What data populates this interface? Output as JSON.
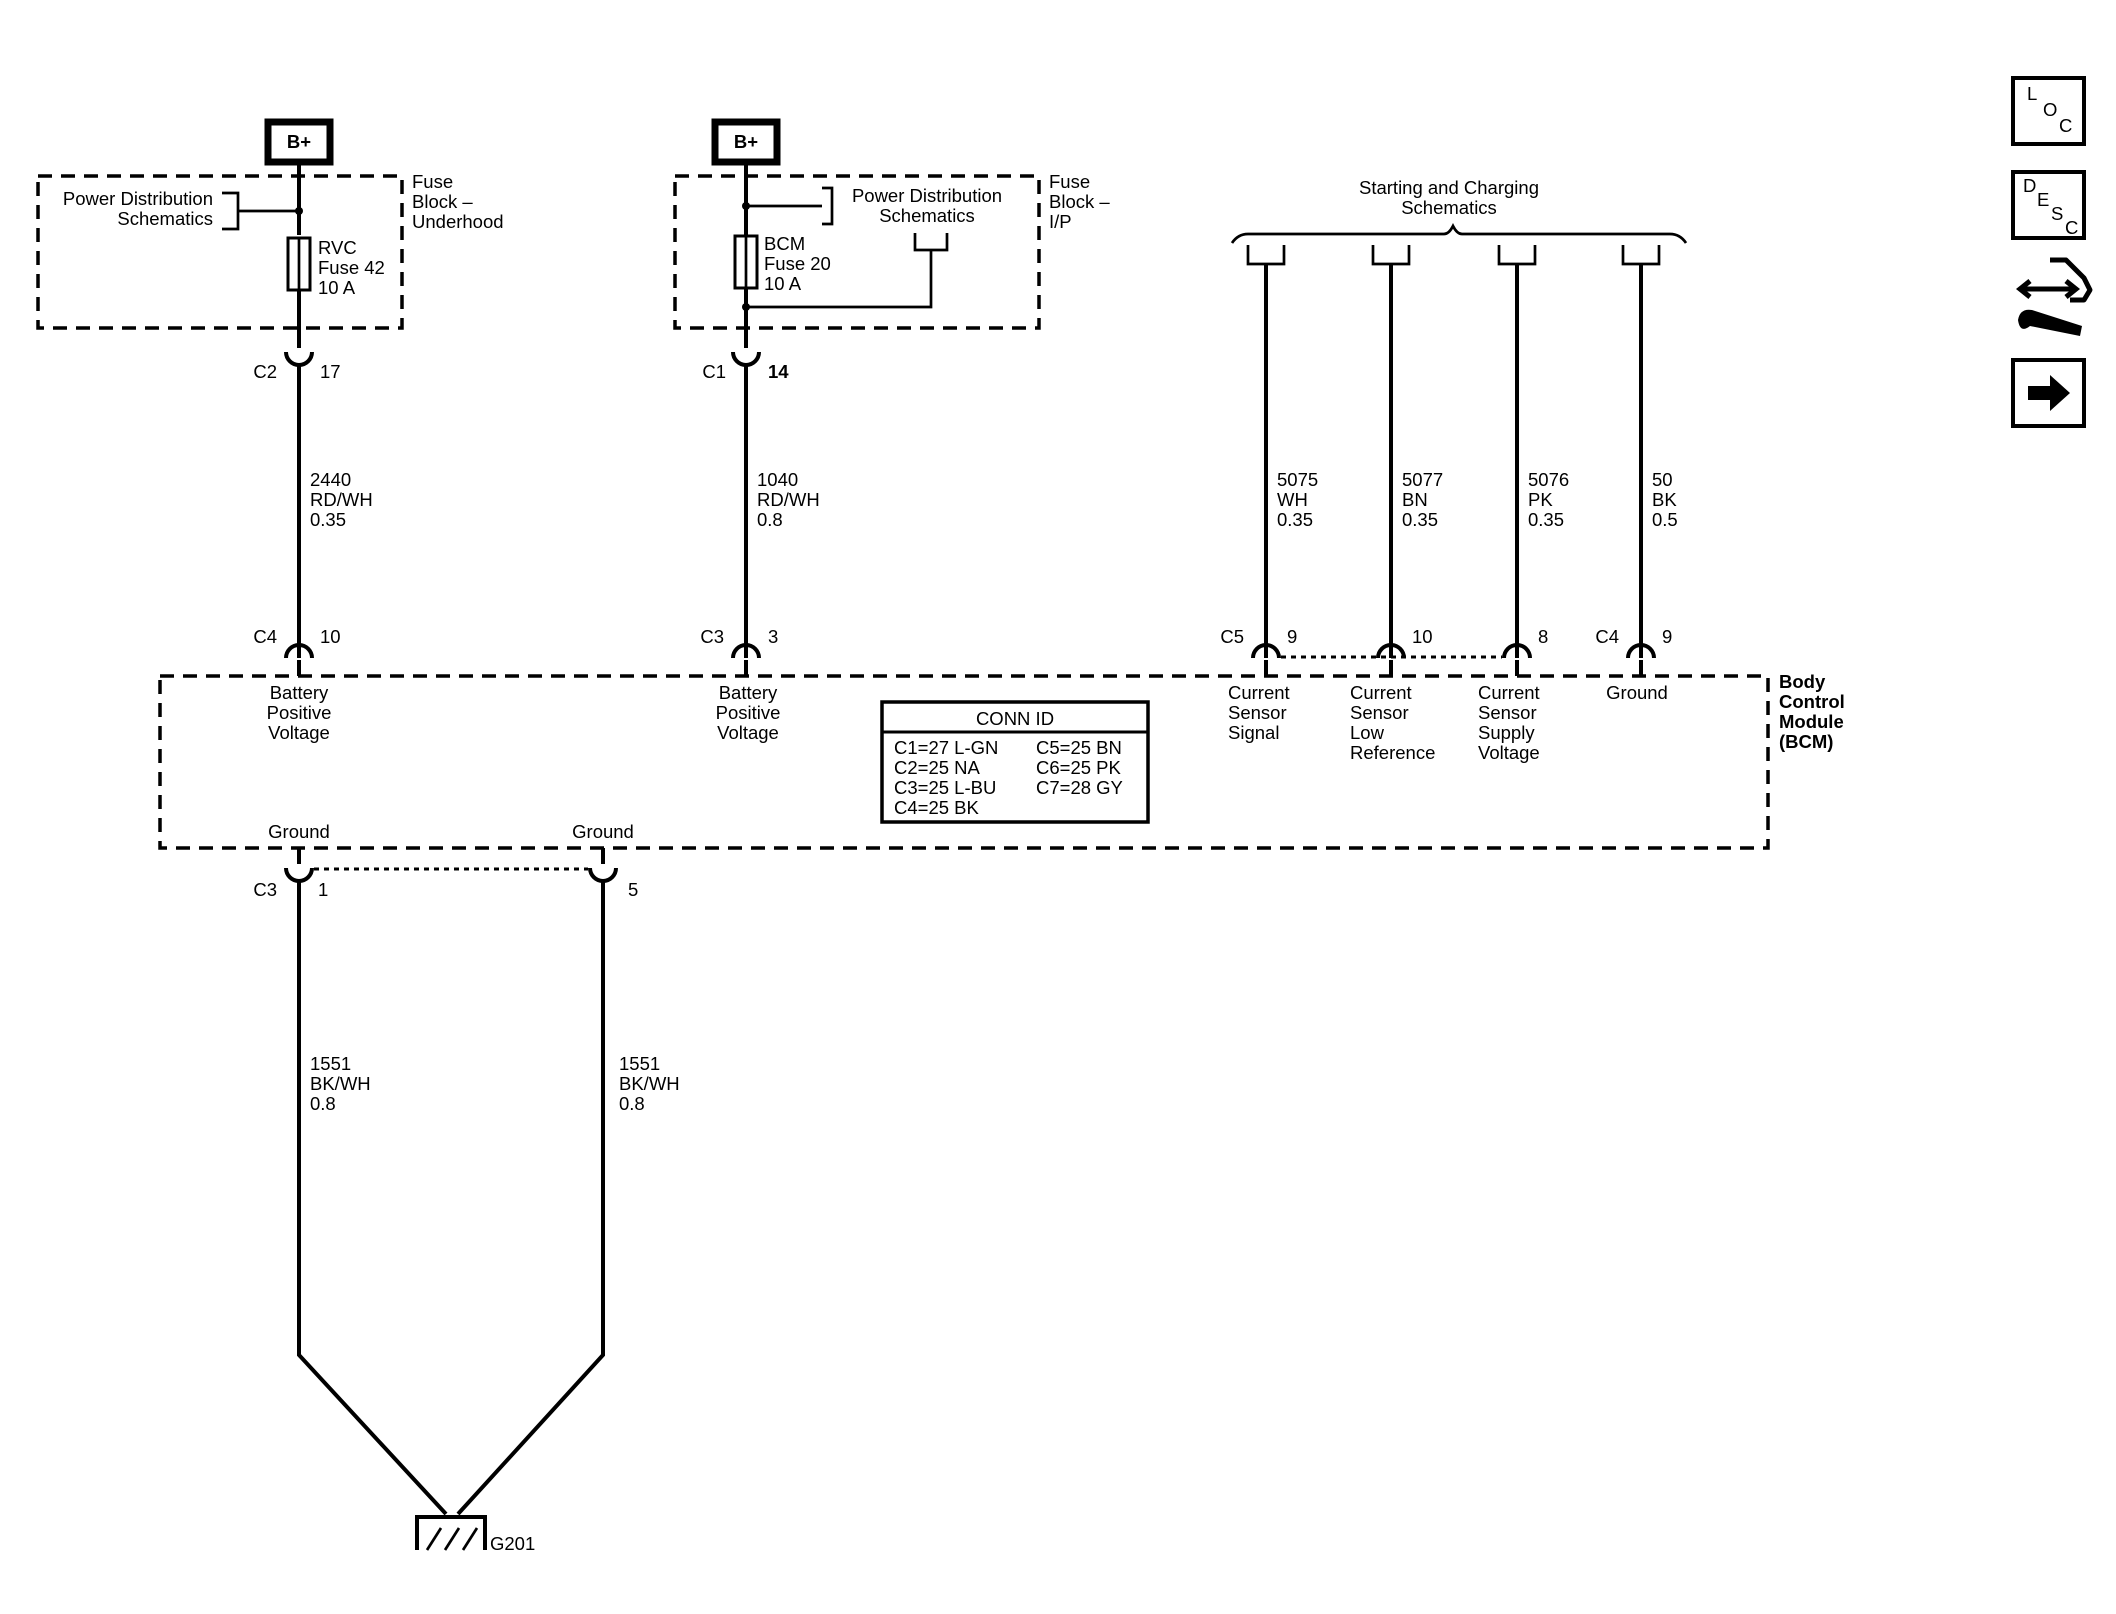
{
  "fuse_underhood": {
    "bplus": "B+",
    "block_label": [
      "Fuse",
      "Block –",
      "Underhood"
    ],
    "ref_label": [
      "Power Distribution",
      "Schematics"
    ],
    "fuse": [
      "RVC",
      "Fuse 42",
      "10 A"
    ]
  },
  "fuse_ip": {
    "bplus": "B+",
    "block_label": [
      "Fuse",
      "Block –",
      "I/P"
    ],
    "ref_label": [
      "Power Distribution",
      "Schematics"
    ],
    "fuse": [
      "BCM",
      "Fuse 20",
      "10 A"
    ]
  },
  "starting_charging": [
    "Starting and Charging",
    "Schematics"
  ],
  "connectors": {
    "c2_17": [
      "C2",
      "17"
    ],
    "c1_14": [
      "C1",
      "14"
    ],
    "c4_10": [
      "C4",
      "10"
    ],
    "c3_3": [
      "C3",
      "3"
    ],
    "c5_9": [
      "C5",
      "9"
    ],
    "p_10": "10",
    "p_8": "8",
    "c4_9": [
      "C4",
      "9"
    ],
    "c3_1": [
      "C3",
      "1"
    ],
    "p_5": "5"
  },
  "wires": {
    "w2440": [
      "2440",
      "RD/WH",
      "0.35"
    ],
    "w1040": [
      "1040",
      "RD/WH",
      "0.8"
    ],
    "w5075": [
      "5075",
      "WH",
      "0.35"
    ],
    "w5077": [
      "5077",
      "BN",
      "0.35"
    ],
    "w5076": [
      "5076",
      "PK",
      "0.35"
    ],
    "w50": [
      "50",
      "BK",
      "0.5"
    ],
    "w1551a": [
      "1551",
      "BK/WH",
      "0.8"
    ],
    "w1551b": [
      "1551",
      "BK/WH",
      "0.8"
    ]
  },
  "bcm": {
    "label": [
      "Body",
      "Control",
      "Module",
      "(BCM)"
    ],
    "pins": {
      "bat1": [
        "Battery",
        "Positive",
        "Voltage"
      ],
      "bat2": [
        "Battery",
        "Positive",
        "Voltage"
      ],
      "cs_signal": [
        "Current",
        "Sensor",
        "Signal"
      ],
      "cs_low": [
        "Current",
        "Sensor",
        "Low",
        "Reference"
      ],
      "cs_supply": [
        "Current",
        "Sensor",
        "Supply",
        "Voltage"
      ],
      "gnd_top": "Ground",
      "gnd1": "Ground",
      "gnd2": "Ground"
    }
  },
  "conn_id": {
    "title": "CONN ID",
    "left": [
      "C1=27 L-GN",
      "C2=25 NA",
      "C3=25 L-BU",
      "C4=25 BK"
    ],
    "right": [
      "C5=25 BN",
      "C6=25 PK",
      "C7=28 GY"
    ]
  },
  "ground": "G201",
  "nav": {
    "loc": [
      "L",
      "O",
      "C"
    ],
    "desc": [
      "D",
      "E",
      "S",
      "C"
    ],
    "icons": [
      "connector-wrench-icon",
      "arrow-right-icon"
    ]
  }
}
